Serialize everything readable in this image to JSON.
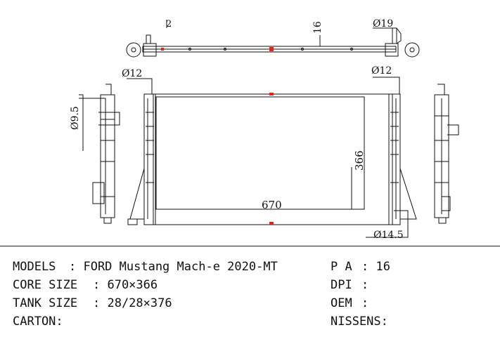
{
  "drawing": {
    "dims": {
      "top_left_mark": "2",
      "top_center": "16",
      "top_right": "Ø19",
      "left_tube": "Ø12",
      "right_tube": "Ø12",
      "side_tube": "Ø9.5",
      "height": "366",
      "width": "670",
      "bottom_tube": "Ø14.5"
    }
  },
  "specs": {
    "models_label": "MODELS",
    "models_value": ": FORD Mustang Mach-e 2020-MT",
    "core_label": "CORE SIZE",
    "core_value": ": 670×366",
    "tank_label": "TANK SIZE",
    "tank_value": ": 28/28×376",
    "carton_label": "CARTON:",
    "pa_label": "P A",
    "pa_value": ": 16",
    "dpi_label": "DPI",
    "dpi_value": ":",
    "oem_label": "OEM",
    "oem_value": ":",
    "nissens_label": "NISSENS:"
  }
}
